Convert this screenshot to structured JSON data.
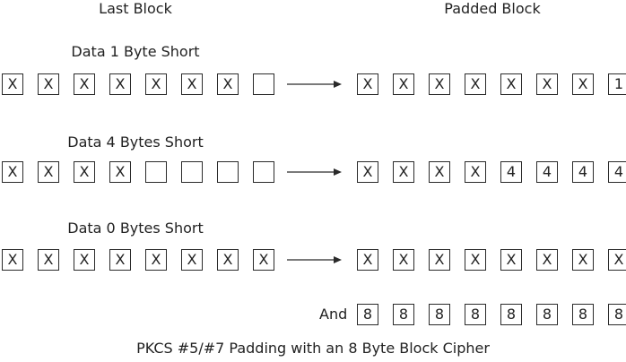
{
  "headers": {
    "last_block": "Last Block",
    "padded_block": "Padded Block"
  },
  "rows": [
    {
      "label": "Data 1 Byte Short",
      "last": [
        "X",
        "X",
        "X",
        "X",
        "X",
        "X",
        "X",
        ""
      ],
      "padded": [
        "X",
        "X",
        "X",
        "X",
        "X",
        "X",
        "X",
        "1"
      ]
    },
    {
      "label": "Data 4 Bytes Short",
      "last": [
        "X",
        "X",
        "X",
        "X",
        "",
        "",
        "",
        ""
      ],
      "padded": [
        "X",
        "X",
        "X",
        "X",
        "4",
        "4",
        "4",
        "4"
      ]
    },
    {
      "label": "Data 0 Bytes Short",
      "last": [
        "X",
        "X",
        "X",
        "X",
        "X",
        "X",
        "X",
        "X"
      ],
      "padded": [
        "X",
        "X",
        "X",
        "X",
        "X",
        "X",
        "X",
        "X"
      ]
    }
  ],
  "and_row": {
    "label": "And",
    "padded": [
      "8",
      "8",
      "8",
      "8",
      "8",
      "8",
      "8",
      "8"
    ]
  },
  "caption": "PKCS #5/#7 Padding with an 8 Byte Block Cipher"
}
